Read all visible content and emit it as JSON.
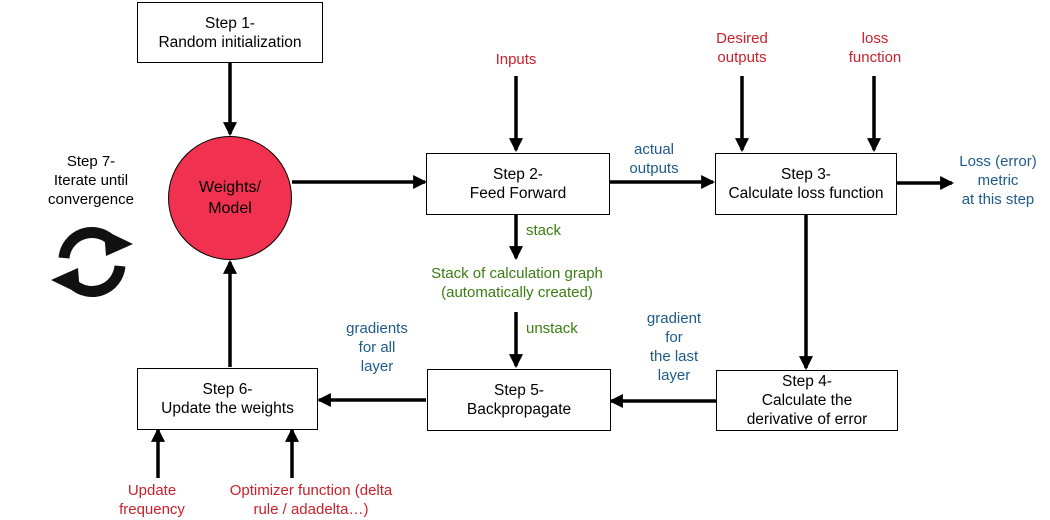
{
  "boxes": {
    "step1": [
      "Step 1-",
      "Random initialization"
    ],
    "step2": [
      "Step 2-",
      "Feed Forward"
    ],
    "step3": [
      "Step 3-",
      "Calculate loss function"
    ],
    "step4": [
      "Step 4-",
      "Calculate the",
      "derivative of error"
    ],
    "step5": [
      "Step 5-",
      "Backpropagate"
    ],
    "step6": [
      "Step 6-",
      "Update the weights"
    ]
  },
  "model_circle": [
    "Weights/",
    "Model"
  ],
  "step7": [
    "Step 7-",
    "Iterate until",
    "convergence"
  ],
  "inputs": {
    "inputs": "Inputs",
    "desired_outputs": [
      "Desired",
      "outputs"
    ],
    "loss_function": [
      "loss",
      "function"
    ],
    "update_frequency": [
      "Update",
      "frequency"
    ],
    "optimizer_function": [
      "Optimizer function (delta",
      "rule / adadelta…)"
    ]
  },
  "flow_labels": {
    "actual_outputs": [
      "actual",
      "outputs"
    ],
    "loss_metric": [
      "Loss (error)",
      "metric",
      "at this step"
    ],
    "gradient_last": [
      "gradient",
      "for",
      "the last",
      "layer"
    ],
    "gradients_all": [
      "gradients",
      "for all",
      "layer"
    ],
    "stack": "stack",
    "unstack": "unstack",
    "stack_graph": [
      "Stack of calculation graph",
      "(automatically created)"
    ]
  },
  "colors": {
    "external_input": "#c8202c",
    "flow_label": "#1e5a8c",
    "stack_label": "#3a7d12",
    "model_fill": "#f0314f"
  },
  "icons": {
    "iterate": "cycle-arrows-icon"
  }
}
